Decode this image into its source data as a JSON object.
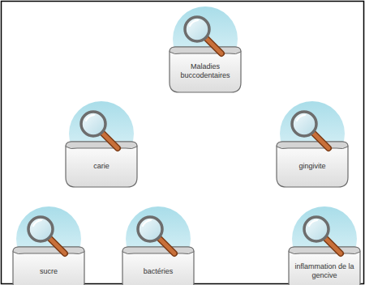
{
  "diagram": {
    "nodes": [
      {
        "text": [
          "Maladies buccodentaires"
        ]
      },
      {
        "text": [
          "carie"
        ]
      },
      {
        "text": [
          "gingivite"
        ]
      },
      {
        "text": [
          "sucre"
        ]
      },
      {
        "text": [
          "bactéries"
        ]
      },
      {
        "text": [
          "inflammation de la gencive"
        ]
      }
    ]
  }
}
